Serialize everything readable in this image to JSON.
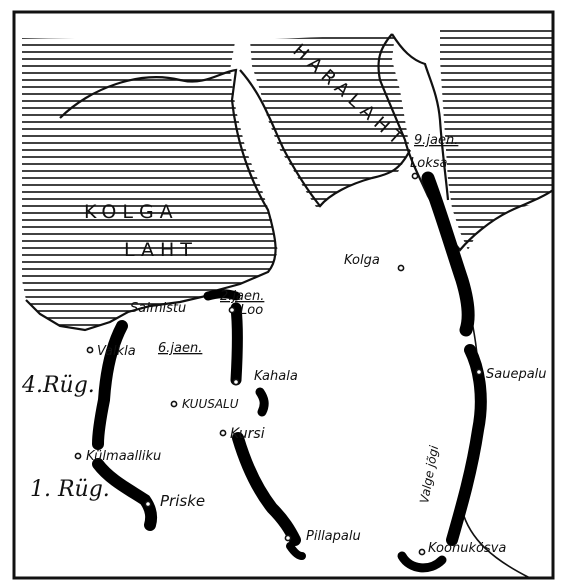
{
  "map": {
    "water": {
      "bay_west_1": "KOLGA",
      "bay_west_2": "LAHT",
      "bay_north": "HARALAHT"
    },
    "places": {
      "salmistu": "Salmistu",
      "loo": "Loo",
      "valkla": "Valkla",
      "kahala": "Kahala",
      "kuusalu": "KUUSALU",
      "kursi": "Kursi",
      "kolga": "Kolga",
      "loksa": "Loksa",
      "sauepalu": "Sauepalu",
      "kulmaalliku": "Külmaalliku",
      "priske": "Priske",
      "pillapalu": "Pillapalu",
      "koonukosva": "Koonukösva"
    },
    "units": {
      "div2": "2.jaen.",
      "div6": "6.jaen.",
      "div9": "9.jaen.",
      "reg4": "4.Rüg.",
      "reg1": "1. Rüg."
    },
    "river": "Valge jõgi",
    "colors": {
      "ink": "#111111",
      "paper": "#ffffff"
    }
  }
}
